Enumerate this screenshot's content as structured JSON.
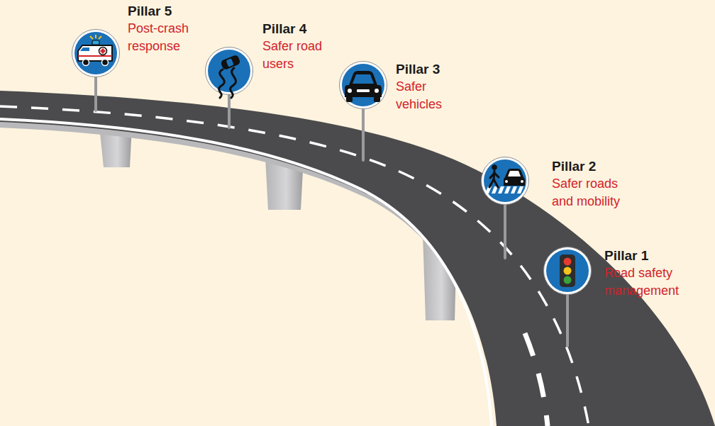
{
  "diagram": {
    "nodes": [
      {
        "text": [
          "Pillar 1",
          "Road safety management"
        ]
      },
      {
        "text": [
          "Pillar 2",
          "Safer roads and mobility"
        ]
      },
      {
        "text": [
          "Pillar 3",
          "Safer vehicles"
        ]
      },
      {
        "text": [
          "Pillar 4",
          "Safer road users"
        ]
      },
      {
        "text": [
          "Pillar 5",
          "Post-crash response"
        ]
      }
    ]
  }
}
